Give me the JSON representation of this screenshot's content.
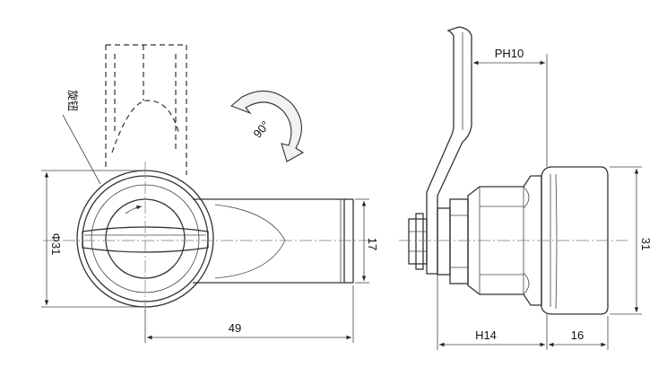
{
  "labels": {
    "knob": "旋钮",
    "angle": "90°",
    "diameter": "Φ31",
    "length_49": "49",
    "width_17": "17",
    "ph10": "PH10",
    "h14": "H14",
    "dim_16": "16",
    "height_31": "31"
  }
}
